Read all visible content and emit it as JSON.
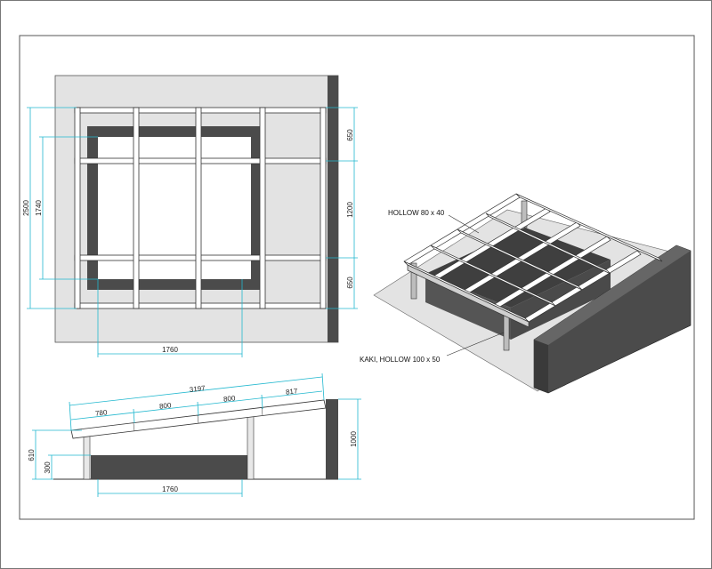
{
  "colors": {
    "floor": "#e3e3e3",
    "wall": "#4b4b4b",
    "beam_fill": "#ffffff",
    "beam_stroke": "#333333",
    "dimension_line": "#22b8cf"
  },
  "plan_view": {
    "dim_total_height": "2500",
    "dim_inner_height": "1740",
    "dim_segment_top": "650",
    "dim_segment_middle": "1200",
    "dim_segment_bottom": "650",
    "dim_inner_width": "1760"
  },
  "isometric_view": {
    "label_roof_frame": "HOLLOW 80 x 40",
    "label_legs": "KAKI, HOLLOW 100 x 50"
  },
  "section_view": {
    "dim_total_length": "3197",
    "dim_seg_1": "780",
    "dim_seg_2": "800",
    "dim_seg_3": "800",
    "dim_seg_4": "817",
    "dim_left_height": "610",
    "dim_box_height": "300",
    "dim_right_height": "1000",
    "dim_inner_width": "1760"
  }
}
